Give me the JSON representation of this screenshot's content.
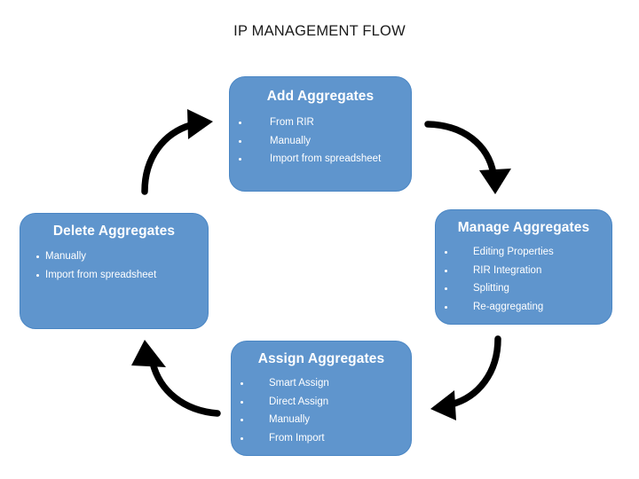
{
  "diagram": {
    "title": "IP MANAGEMENT FLOW",
    "accent_color": "#5f95cd",
    "border_color": "#4a86c4",
    "text_color": "#ffffff",
    "title_color": "#1a1a1a",
    "arrow_color": "#000000",
    "nodes": [
      {
        "id": "add",
        "title": "Add Aggregates",
        "bullets": [
          "From RIR",
          "Manually",
          "Import from spreadsheet"
        ]
      },
      {
        "id": "manage",
        "title": "Manage Aggregates",
        "bullets": [
          "Editing Properties",
          "RIR Integration",
          "Splitting",
          "Re-aggregating"
        ]
      },
      {
        "id": "assign",
        "title": "Assign Aggregates",
        "bullets": [
          "Smart Assign",
          "Direct Assign",
          "Manually",
          "From Import"
        ]
      },
      {
        "id": "delete",
        "title": "Delete Aggregates",
        "bullets": [
          "Manually",
          "Import from spreadsheet"
        ]
      }
    ],
    "arrows": [
      {
        "id": "add-to-manage",
        "from": "add",
        "to": "manage",
        "direction": "down-right"
      },
      {
        "id": "manage-to-assign",
        "from": "manage",
        "to": "assign",
        "direction": "down-left"
      },
      {
        "id": "assign-to-delete",
        "from": "assign",
        "to": "delete",
        "direction": "up-left"
      },
      {
        "id": "delete-to-add",
        "from": "delete",
        "to": "add",
        "direction": "up-right"
      }
    ]
  }
}
